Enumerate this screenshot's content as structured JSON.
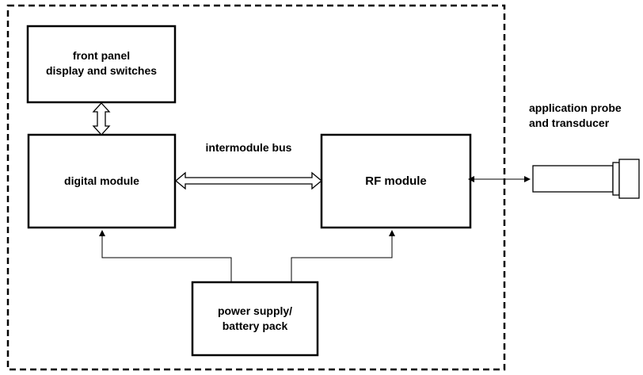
{
  "blocks": {
    "front_panel": [
      "front panel",
      "display and switches"
    ],
    "digital_module": "digital module",
    "rf_module": "RF module",
    "power_supply": [
      "power supply/",
      "battery pack"
    ]
  },
  "labels": {
    "intermodule_bus": "intermodule bus",
    "probe": [
      "application probe",
      "and transducer"
    ]
  }
}
